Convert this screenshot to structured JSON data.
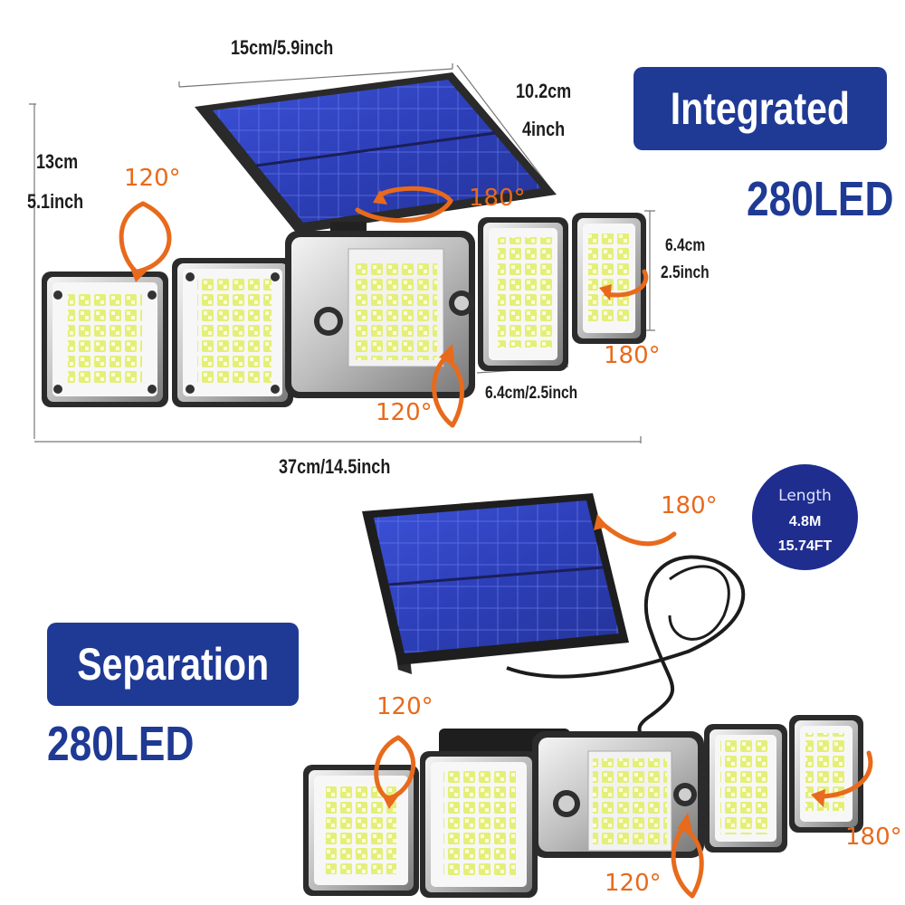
{
  "integrated": {
    "label": "Integrated",
    "led": "280LED",
    "dim_width": "15cm/5.9inch",
    "dim_depth_cm": "10.2cm",
    "dim_depth_in": "4inch",
    "dim_height_cm": "13cm",
    "dim_height_in": "5.1inch",
    "dim_total": "37cm/14.5inch",
    "dim_head_h_cm": "6.4cm",
    "dim_head_h_in": "2.5inch",
    "dim_head_w": "6.4cm/2.5inch",
    "angle_left": "120°",
    "angle_panel": "180°",
    "angle_right": "180°",
    "angle_center": "120°"
  },
  "separation": {
    "label": "Separation",
    "led": "280LED",
    "angle_panel": "180°",
    "angle_left": "120°",
    "angle_center": "120°",
    "angle_right": "180°",
    "cable": {
      "title": "Length",
      "meters": "4.8M",
      "feet": "15.74FT"
    }
  },
  "colors": {
    "accent_blue": "#1f3a95",
    "arrow_orange": "#e86a1c",
    "panel_blue": "#3b4fd0"
  }
}
